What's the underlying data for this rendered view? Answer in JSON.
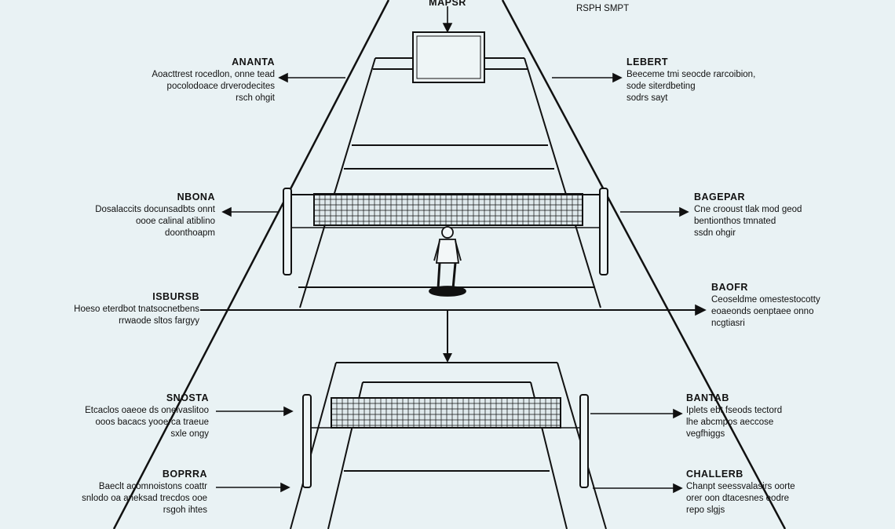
{
  "top_label": {
    "title": "MAPSR",
    "note": "RSPH SMPT"
  },
  "left_labels": [
    {
      "title": "ANANTA",
      "lines": [
        "Aoacttrest rocedlon, onne tead",
        "pocolodoace drverodecites",
        "rsch ohgit"
      ]
    },
    {
      "title": "NBONA",
      "lines": [
        "Dosalaccits docunsadbts onnt",
        "oooe calinal atiblino",
        "doonthoapm"
      ]
    },
    {
      "title": "ISBURSB",
      "lines": [
        "Hoeso eterdbot tnatsocnetbens",
        "rrwaode sltos fargyy"
      ]
    },
    {
      "title": "SNOSTA",
      "lines": [
        "Etcaclos oaeoe ds onelvaslitoo",
        "ooos bacacs yooerca traeue",
        "sxle ongy"
      ]
    },
    {
      "title": "BOPRRA",
      "lines": [
        "Baeclt acomnoistons coattr",
        "snlodo oa aneksad trecdos ooe",
        "rsgoh ihtes"
      ]
    }
  ],
  "right_labels": [
    {
      "title": "LEBERT",
      "lines": [
        "Beeceme tmi seocde rarcoibion,",
        "sode siterdbeting",
        "sodrs sayt"
      ]
    },
    {
      "title": "BAGEPAR",
      "lines": [
        "Cne crooust tlak mod geod",
        "bentionthos tmnated",
        "ssdn ohgir"
      ]
    },
    {
      "title": "BAOFR",
      "lines": [
        "Ceoseldme omestestocotty",
        "eoaeonds oenptaee onno",
        "ncgtiasri"
      ]
    },
    {
      "title": "BANTAB",
      "lines": [
        "Iplets ebt fseods tectord",
        "lhe abcmpos aeccose",
        "vegfhiggs"
      ]
    },
    {
      "title": "CHALLERB",
      "lines": [
        "Chanpt seessvalasirs oorte",
        "orer oon dtacesnes eodre",
        "repo slgjs"
      ]
    }
  ]
}
